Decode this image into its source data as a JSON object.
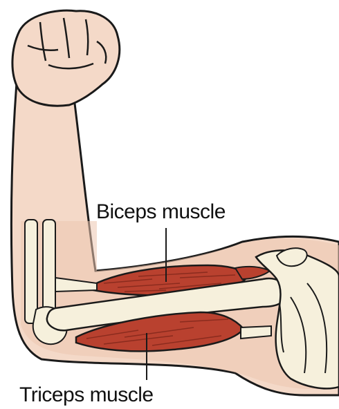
{
  "labels": {
    "biceps": "Biceps muscle",
    "triceps": "Triceps muscle"
  },
  "colors": {
    "skin": "#f4d9c8",
    "skin_dark": "#ecc7b0",
    "outline": "#1a1a1a",
    "bone": "#f6f0dc",
    "muscle": "#b9412f",
    "muscle_dark": "#8a2b1e"
  },
  "icons": [
    "fist",
    "arm",
    "humerus-bone",
    "radius-bone",
    "ulna-bone",
    "scapula-bone",
    "biceps-muscle",
    "triceps-muscle"
  ]
}
